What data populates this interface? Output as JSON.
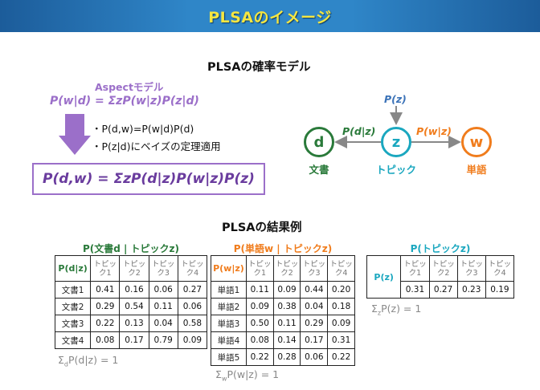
{
  "banner": {
    "title": "PLSAのイメージ"
  },
  "model": {
    "heading": "PLSAの確率モデル",
    "aspect_label": "Aspectモデル",
    "aspect_formula": "P(w|d) = ΣzP(w|z)P(z|d)",
    "notes": [
      "・P(d,w)=P(w|d)P(d)",
      "・P(z|d)にベイズの定理適用"
    ],
    "main_formula": "P(d,w) = ΣzP(d|z)P(w|z)P(z)"
  },
  "graph": {
    "nodes": {
      "d": {
        "letter": "d",
        "label": "文書",
        "color": "#2a7a3a"
      },
      "z": {
        "letter": "z",
        "label": "トピック",
        "color": "#1aa7bf"
      },
      "w": {
        "letter": "w",
        "label": "単語",
        "color": "#f07c1c"
      }
    },
    "edges": {
      "pz": "P(z)",
      "pdz": "P(d|z)",
      "pwz": "P(w|z)"
    },
    "colors": {
      "pz": "#3c73b8",
      "pdz": "#2a7a3a",
      "pwz": "#f07c1c",
      "arrow": "#888888"
    }
  },
  "results": {
    "heading": "PLSAの結果例",
    "topics": [
      "トピック1",
      "トピック2",
      "トピック3",
      "トピック4"
    ],
    "pdz": {
      "caption": "P(文書d | トピックz)",
      "corner": "P(d|z)",
      "color": "#2a7a3a",
      "rows": [
        {
          "label": "文書1",
          "values": [
            "0.41",
            "0.16",
            "0.06",
            "0.27"
          ]
        },
        {
          "label": "文書2",
          "values": [
            "0.29",
            "0.54",
            "0.11",
            "0.06"
          ]
        },
        {
          "label": "文書3",
          "values": [
            "0.22",
            "0.13",
            "0.04",
            "0.58"
          ]
        },
        {
          "label": "文書4",
          "values": [
            "0.08",
            "0.17",
            "0.79",
            "0.09"
          ]
        }
      ],
      "sum": {
        "pre": "Σ",
        "sub": "d",
        "post": "P(d|z) = 1"
      }
    },
    "pwz": {
      "caption": "P(単語w | トピックz)",
      "corner": "P(w|z)",
      "color": "#f07c1c",
      "rows": [
        {
          "label": "単語1",
          "values": [
            "0.11",
            "0.09",
            "0.44",
            "0.20"
          ]
        },
        {
          "label": "単語2",
          "values": [
            "0.09",
            "0.38",
            "0.04",
            "0.18"
          ]
        },
        {
          "label": "単語3",
          "values": [
            "0.50",
            "0.11",
            "0.29",
            "0.09"
          ]
        },
        {
          "label": "単語4",
          "values": [
            "0.08",
            "0.14",
            "0.17",
            "0.31"
          ]
        },
        {
          "label": "単語5",
          "values": [
            "0.22",
            "0.28",
            "0.06",
            "0.22"
          ]
        }
      ],
      "sum": {
        "pre": "Σ",
        "sub": "w",
        "post": "P(w|z) = 1"
      }
    },
    "pz": {
      "caption": "P(トピックz)",
      "corner": "P(z)",
      "color": "#1aa7bf",
      "values": [
        "0.31",
        "0.27",
        "0.23",
        "0.19"
      ],
      "sum": {
        "pre": "Σ",
        "sub": "z",
        "post": "P(z) = 1"
      }
    }
  }
}
